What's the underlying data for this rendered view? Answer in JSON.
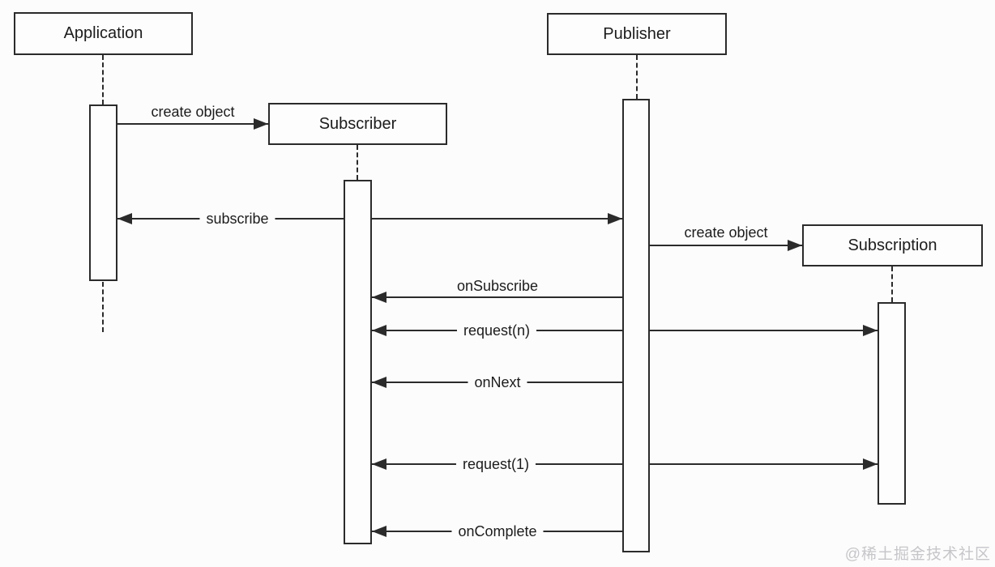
{
  "diagram_type": "uml-sequence",
  "actors": [
    {
      "name": "application",
      "label": "Application"
    },
    {
      "name": "subscriber",
      "label": "Subscriber"
    },
    {
      "name": "publisher",
      "label": "Publisher"
    },
    {
      "name": "subscription",
      "label": "Subscription"
    }
  ],
  "messages": [
    {
      "name": "create-object-1",
      "label": "create object",
      "from": "application",
      "to": "subscriber-box",
      "style": "label-above",
      "arrows": "right"
    },
    {
      "name": "subscribe",
      "label": "subscribe",
      "from": "application",
      "to": "publisher",
      "style": "label-inline",
      "arrows": "both"
    },
    {
      "name": "create-object-2",
      "label": "create object",
      "from": "publisher",
      "to": "subscription-box",
      "style": "label-above",
      "arrows": "right"
    },
    {
      "name": "on-subscribe",
      "label": "onSubscribe",
      "from": "publisher",
      "to": "subscriber",
      "style": "label-above",
      "arrows": "left"
    },
    {
      "name": "request-n",
      "label": "request(n)",
      "from": "subscriber",
      "to": "subscription",
      "style": "label-inline",
      "arrows": "both"
    },
    {
      "name": "on-next",
      "label": "onNext",
      "from": "publisher",
      "to": "subscriber",
      "style": "label-inline",
      "arrows": "left"
    },
    {
      "name": "request-1",
      "label": "request(1)",
      "from": "subscriber",
      "to": "subscription",
      "style": "label-inline",
      "arrows": "both"
    },
    {
      "name": "on-complete",
      "label": "onComplete",
      "from": "publisher",
      "to": "subscriber",
      "style": "label-inline",
      "arrows": "left"
    }
  ],
  "watermark": {
    "text": "@稀土掘金技术社区",
    "color": "#c6c6ca"
  },
  "colors": {
    "line": "#2b2b2b",
    "background": "#fcfcfc",
    "box_fill": "#fdfdfd",
    "text": "#1c1c1c"
  }
}
